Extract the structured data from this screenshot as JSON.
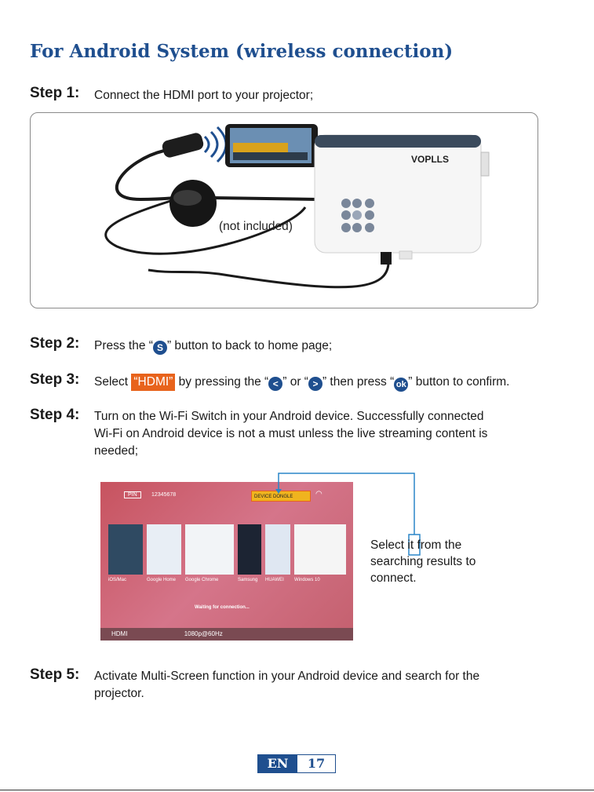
{
  "title": "For Android System (wireless connection)",
  "step1": {
    "label": "Step 1:",
    "text": "Connect the HDMI port to your projector;"
  },
  "illustration": {
    "brand": "VOPLLS",
    "note": "(not included)"
  },
  "step2": {
    "label": "Step 2:",
    "pre": "Press the “",
    "key": "S",
    "post": "” button to back to home page;"
  },
  "step3": {
    "label": "Step 3:",
    "pre": "Select ",
    "highlight": "“HDMI”",
    "mid1": " by pressing the “",
    "key1": "<",
    "mid2": "” or “",
    "key2": ">",
    "mid3": "” then press “",
    "key3": "ok",
    "post": "” button  to confirm."
  },
  "step4": {
    "label": "Step 4:",
    "lines": [
      "Turn on the Wi-Fi Switch in your Android device. Successfully connected",
      "Wi-Fi on Android device is not a must unless the live streaming content is",
      "needed;"
    ]
  },
  "screen": {
    "pin_label": "PIN",
    "pin_value": "12345678",
    "device_label": "DEVICE",
    "device_name": "DONGLE",
    "tiles": [
      "iOS/Mac",
      "Google Home",
      "Google Chrome",
      "Samsung",
      "HUAWEI",
      "Windows 10"
    ],
    "waiting": "Waiting for connection...",
    "status_source": "HDMI",
    "status_res": "1080p@60Hz"
  },
  "callout": {
    "lines": [
      "Select it from the",
      "searching results to",
      "connect."
    ]
  },
  "step5": {
    "label": "Step 5:",
    "lines": [
      "Activate Multi-Screen function in your Android device and search for the",
      "projector."
    ]
  },
  "footer": {
    "lang": "EN",
    "page": "17"
  },
  "colors": {
    "brand_blue": "#1f4f8f",
    "highlight": "#e8631c",
    "callout": "#2a86c8"
  }
}
